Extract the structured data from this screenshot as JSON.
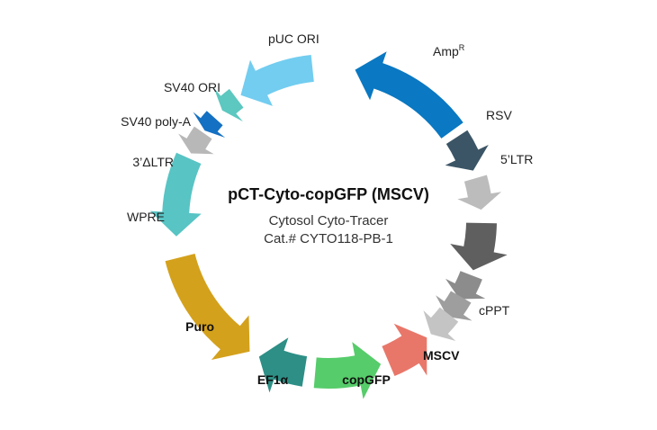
{
  "title": "pCT-Cyto-copGFP (MSCV)",
  "subtitle": "Cytosol Cyto-Tracer",
  "catalog": "Cat.# CYTO118-PB-1",
  "features": [
    {
      "id": "amp",
      "label": "Amp",
      "sup": "R",
      "bold": false,
      "color": "#0a78c2"
    },
    {
      "id": "rsv",
      "label": "RSV",
      "bold": false,
      "color": "#3b5566"
    },
    {
      "id": "ltr5",
      "label": "5’LTR",
      "bold": false,
      "color": "#bcbcbc"
    },
    {
      "id": "dark",
      "label": "",
      "bold": false,
      "color": "#5f5f5f"
    },
    {
      "id": "gray1",
      "label": "",
      "bold": false,
      "color": "#8c8c8c"
    },
    {
      "id": "gray2",
      "label": "",
      "bold": false,
      "color": "#9e9e9e"
    },
    {
      "id": "cppt",
      "label": "cPPT",
      "bold": false,
      "color": "#c4c4c4"
    },
    {
      "id": "mscv",
      "label": "MSCV",
      "bold": true,
      "color": "#e8776a"
    },
    {
      "id": "copgfp",
      "label": "copGFP",
      "bold": true,
      "color": "#56cc6a"
    },
    {
      "id": "ef1a",
      "label": "EF1α",
      "bold": true,
      "color": "#2d8f86"
    },
    {
      "id": "puro",
      "label": "Puro",
      "bold": true,
      "color": "#d4a11c"
    },
    {
      "id": "wpre",
      "label": "WPRE",
      "bold": false,
      "color": "#58c4c4"
    },
    {
      "id": "ltr3",
      "label": "3’ΔLTR",
      "bold": false,
      "color": "#b8b8b8"
    },
    {
      "id": "sv40pa",
      "label": "SV40 poly-A",
      "bold": false,
      "color": "#1470c2"
    },
    {
      "id": "sv40ori",
      "label": "SV40 ORI",
      "bold": false,
      "color": "#5cc8c0"
    },
    {
      "id": "puc",
      "label": "pUC ORI",
      "bold": false,
      "color": "#72cdf0"
    }
  ]
}
